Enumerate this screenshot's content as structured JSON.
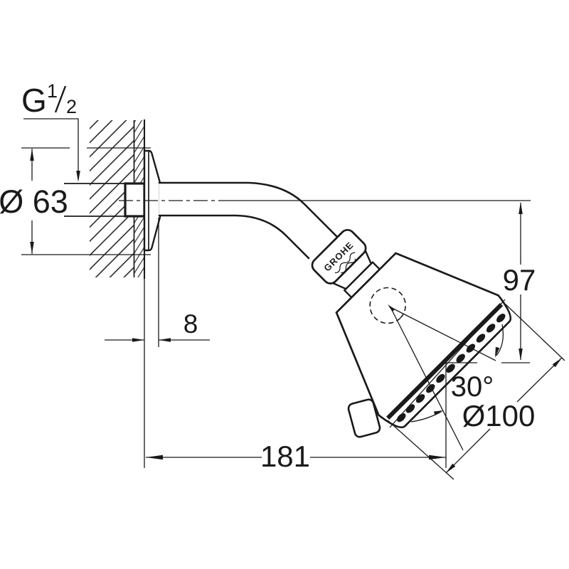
{
  "drawing": {
    "brand": "GROHE",
    "colors": {
      "line": "#1a1a1a",
      "background": "#ffffff"
    },
    "dimensions": {
      "thread": {
        "letter": "G",
        "numerator": "1",
        "denominator": "2"
      },
      "flange_diameter": "Ø 63",
      "wall_offset": "8",
      "drop_height": "97",
      "tilt_angle": "30°",
      "head_diameter": "Ø100",
      "reach": "181"
    }
  }
}
